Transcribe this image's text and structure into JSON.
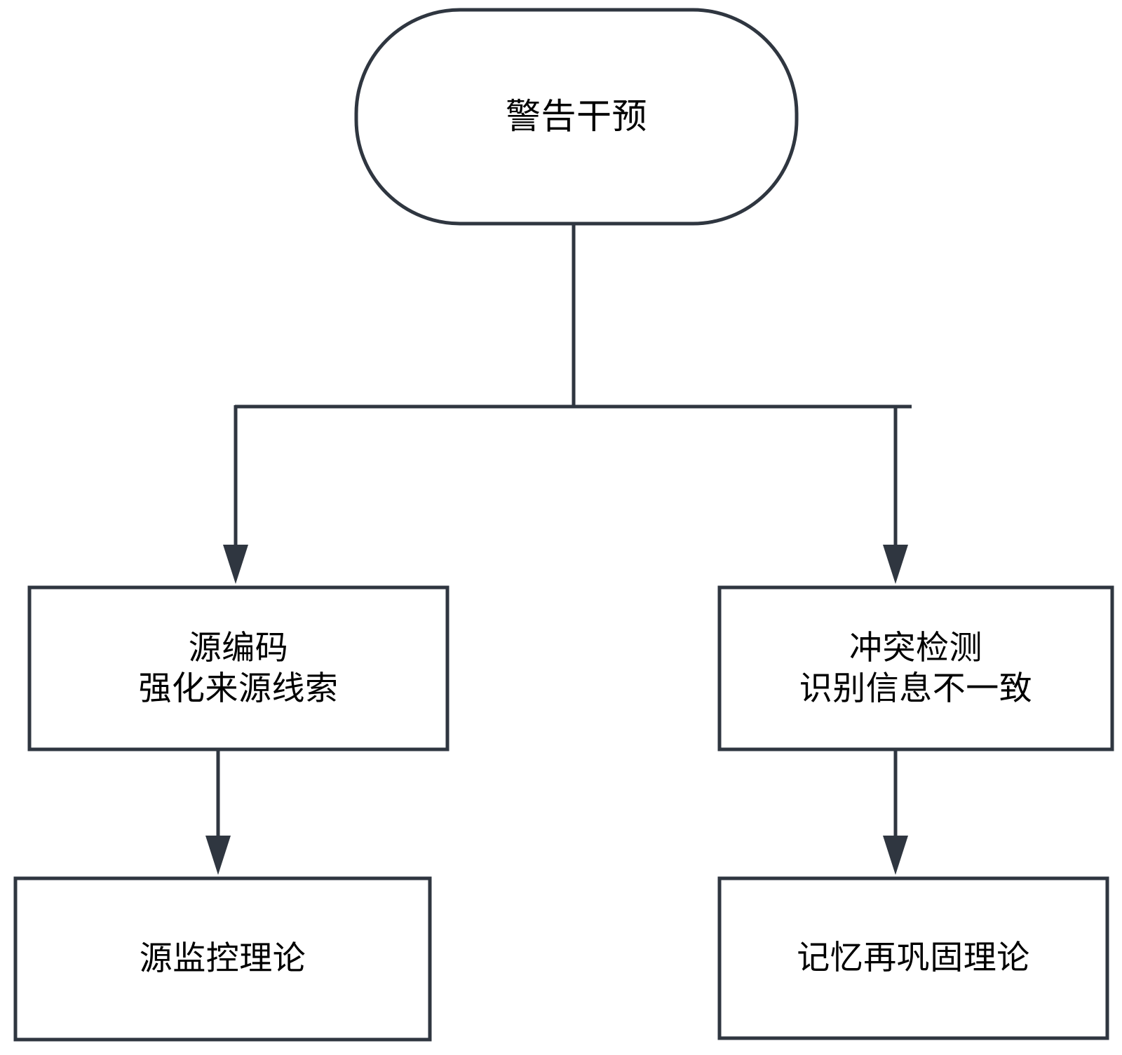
{
  "diagram": {
    "type": "flowchart",
    "orientation": "top-down",
    "background_color": "#ffffff",
    "stroke_color": "#2f3640",
    "text_color": "#000000",
    "nodes": [
      {
        "id": "start",
        "shape": "stadium",
        "lines": [
          "警告干预"
        ],
        "text": "警告干预"
      },
      {
        "id": "mid-left",
        "shape": "rectangle",
        "lines": [
          "源编码",
          "强化来源线索"
        ],
        "text": "源编码\n强化来源线索"
      },
      {
        "id": "mid-right",
        "shape": "rectangle",
        "lines": [
          "冲突检测",
          "识别信息不一致"
        ],
        "text": "冲突检测\n识别信息不一致"
      },
      {
        "id": "bottom-left",
        "shape": "rectangle",
        "lines": [
          "源监控理论"
        ],
        "text": "源监控理论"
      },
      {
        "id": "bottom-right",
        "shape": "rectangle",
        "lines": [
          "记忆再巩固理论"
        ],
        "text": "记忆再巩固理论"
      }
    ],
    "edges": [
      {
        "from": "start",
        "to": "mid-left",
        "style": "orthogonal",
        "arrow": "end",
        "label": ""
      },
      {
        "from": "start",
        "to": "mid-right",
        "style": "orthogonal",
        "arrow": "end",
        "label": ""
      },
      {
        "from": "mid-left",
        "to": "bottom-left",
        "style": "straight",
        "arrow": "end",
        "label": ""
      },
      {
        "from": "mid-right",
        "to": "bottom-right",
        "style": "straight",
        "arrow": "end",
        "label": ""
      }
    ]
  }
}
